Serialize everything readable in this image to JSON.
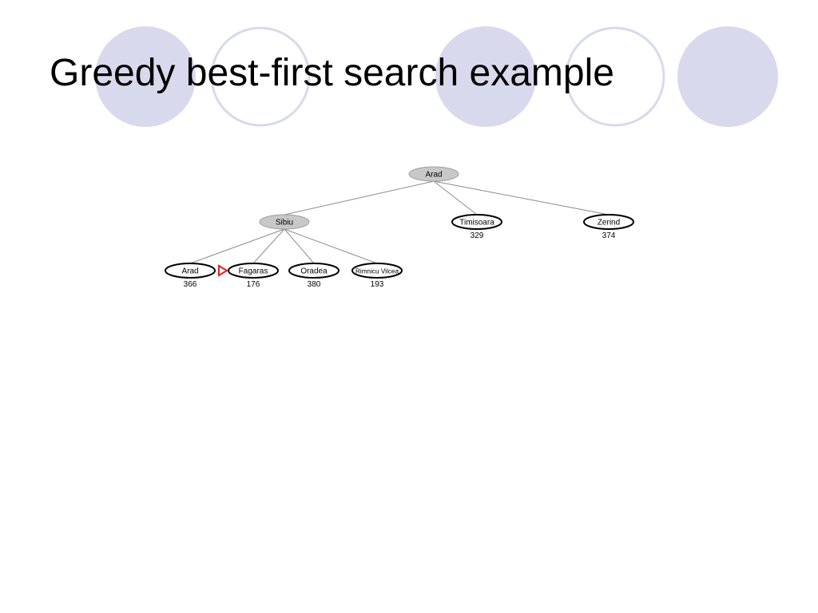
{
  "slide": {
    "title": "Greedy best-first search example"
  },
  "colors": {
    "circle_fill": "#d9d9ed",
    "circle_stroke": "#d9d9ed",
    "expanded_node_fill": "#c8c8c8",
    "node_stroke": "#000000",
    "edge": "#8c8c8c",
    "pointer": "#e02020"
  },
  "tree": {
    "nodes": [
      {
        "id": "root",
        "label": "Arad",
        "h": "",
        "expanded": true
      },
      {
        "id": "sibiu",
        "label": "Sibiu",
        "h": "",
        "expanded": true
      },
      {
        "id": "timisoara",
        "label": "Timisoara",
        "h": "329",
        "expanded": false
      },
      {
        "id": "zerind",
        "label": "Zerind",
        "h": "374",
        "expanded": false
      },
      {
        "id": "arad2",
        "label": "Arad",
        "h": "366",
        "expanded": false
      },
      {
        "id": "fagaras",
        "label": "Fagaras",
        "h": "176",
        "expanded": false
      },
      {
        "id": "oradea",
        "label": "Oradea",
        "h": "380",
        "expanded": false
      },
      {
        "id": "rimnicu",
        "label": "Rimnicu Vilcea",
        "h": "193",
        "expanded": false
      }
    ],
    "edges": [
      {
        "from": "root",
        "to": "sibiu"
      },
      {
        "from": "root",
        "to": "timisoara"
      },
      {
        "from": "root",
        "to": "zerind"
      },
      {
        "from": "sibiu",
        "to": "arad2"
      },
      {
        "from": "sibiu",
        "to": "fagaras"
      },
      {
        "from": "sibiu",
        "to": "oradea"
      },
      {
        "from": "sibiu",
        "to": "rimnicu"
      }
    ],
    "next_expansion": "fagaras"
  }
}
